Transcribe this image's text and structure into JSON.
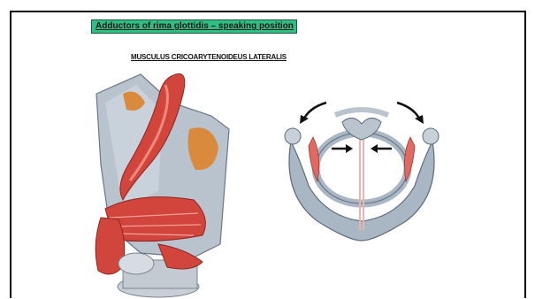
{
  "slide": {
    "title": "Adductors of rima glottidis – speaking position",
    "subtitle": "MUSCULUS CRICOARYTENOIDEUS LATERALIS"
  },
  "colors": {
    "title_bg": "#2fbf84",
    "muscle": "#d2453c",
    "cartilage": "#a9b6c3",
    "fat": "#d98a3c"
  },
  "figures": {
    "left": "larynx-lateral-view-illustration",
    "right": "larynx-superior-view-diagram"
  }
}
